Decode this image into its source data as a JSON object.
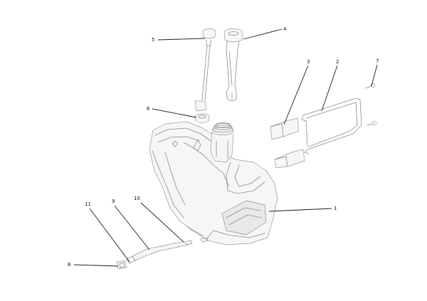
{
  "diagram": {
    "type": "exploded-parts-view",
    "callouts": [
      {
        "id": "callout-1",
        "label": "1"
      },
      {
        "id": "callout-2",
        "label": "2"
      },
      {
        "id": "callout-3",
        "label": "3"
      },
      {
        "id": "callout-4",
        "label": "4"
      },
      {
        "id": "callout-5",
        "label": "5"
      },
      {
        "id": "callout-6",
        "label": "6"
      },
      {
        "id": "callout-7",
        "label": "7"
      },
      {
        "id": "callout-8",
        "label": "8"
      },
      {
        "id": "callout-9",
        "label": "9"
      },
      {
        "id": "callout-10",
        "label": "10"
      },
      {
        "id": "callout-11",
        "label": "11"
      }
    ]
  }
}
